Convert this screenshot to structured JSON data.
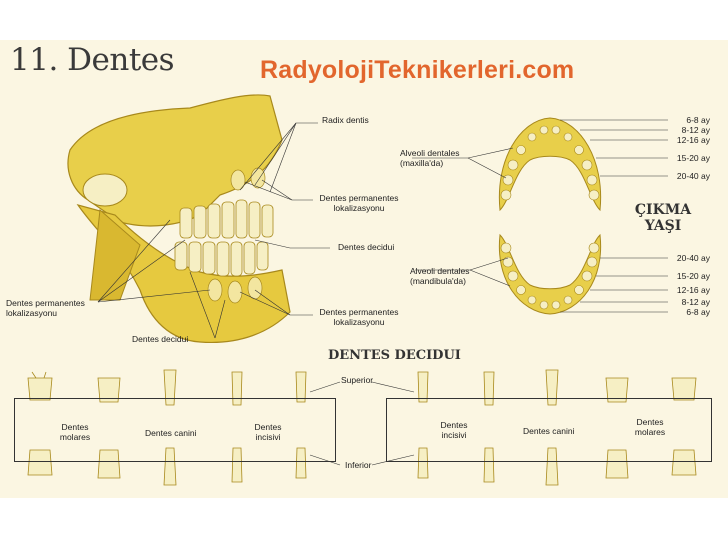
{
  "header": {
    "title": "11. Dentes",
    "brand": "RadyolojiTeknikerleri.com"
  },
  "skull_labels": {
    "radix_dentis": "Radix dentis",
    "perm_right_1": "Dentes permanentes",
    "perm_right_2": "lokalizasyonu",
    "decidui_right": "Dentes decidui",
    "perm_right2_1": "Dentes permanentes",
    "perm_right2_2": "lokalizasyonu",
    "perm_left_1": "Dentes permanentes",
    "perm_left_2": "lokalizasyonu",
    "decidui_bottom": "Dentes decidui"
  },
  "arch_labels": {
    "maxilla_1": "Alveoli dentales",
    "maxilla_2": "(maxilla'da)",
    "mandibula_1": "Alveoli dentales",
    "mandibula_2": "(mandibula'da)"
  },
  "eruption": {
    "title_1": "ÇIKMA",
    "title_2": "YAŞI",
    "upper": [
      "6-8 ay",
      "8-12 ay",
      "12-16 ay",
      "15-20 ay",
      "20-40 ay"
    ],
    "lower": [
      "20-40 ay",
      "15-20 ay",
      "12-16 ay",
      "8-12 ay",
      "6-8 ay"
    ]
  },
  "decidui_section": {
    "title": "DENTES DECIDUI",
    "superior": "Superior",
    "inferior": "Inferior",
    "left_molares_1": "Dentes",
    "left_molares_2": "molares",
    "left_canini": "Dentes canini",
    "left_incisivi_1": "Dentes",
    "left_incisivi_2": "incisivi",
    "right_incisivi_1": "Dentes",
    "right_incisivi_2": "incisivi",
    "right_canini": "Dentes canini",
    "right_molares_1": "Dentes",
    "right_molares_2": "molares"
  },
  "colors": {
    "bone": "#e8cf4a",
    "bone_dark": "#b99a22",
    "tooth": "#f6efc4",
    "panel": "#fbf6e2",
    "brand": "#e2662d"
  }
}
